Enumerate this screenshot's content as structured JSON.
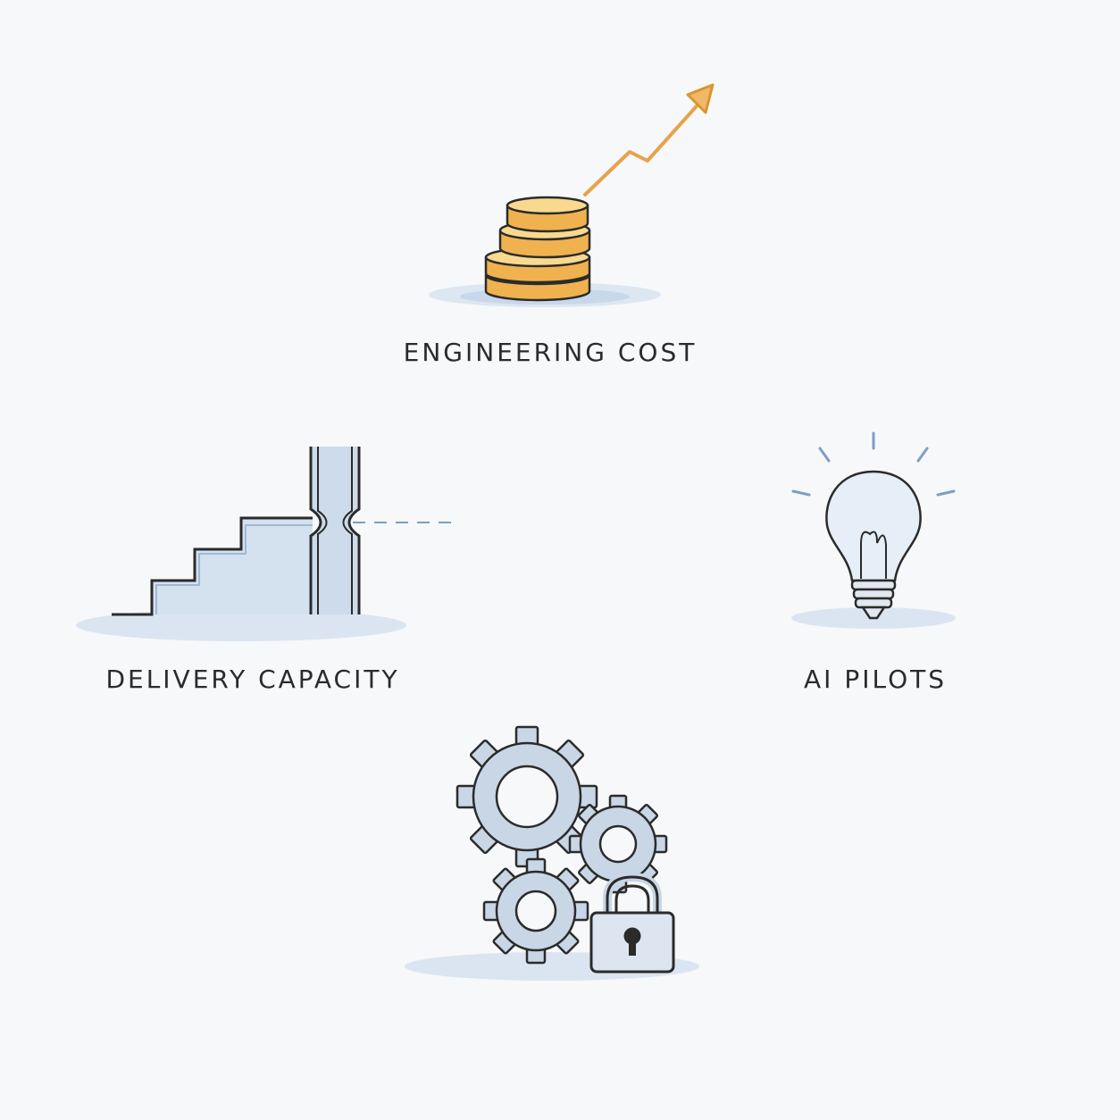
{
  "nodes": {
    "engineering_cost": {
      "label": "ENGINEERING COST",
      "icon": "coin-stack-rising-arrow-icon"
    },
    "delivery_capacity": {
      "label": "DELIVERY CAPACITY",
      "icon": "stairs-bottleneck-icon"
    },
    "ai_pilots": {
      "label": "AI PILOTS",
      "icon": "light-bulb-icon"
    },
    "governance": {
      "label": "",
      "icon": "gears-padlock-icon"
    }
  },
  "colors": {
    "background": "#f6f8fa",
    "ink": "#2b2b2b",
    "gold": "#f2bd5c",
    "gold_dark": "#d9962f",
    "arrow": "#e7a24b",
    "wash_blue": "#c9d8ea",
    "steel_blue": "#b7c8dc"
  }
}
